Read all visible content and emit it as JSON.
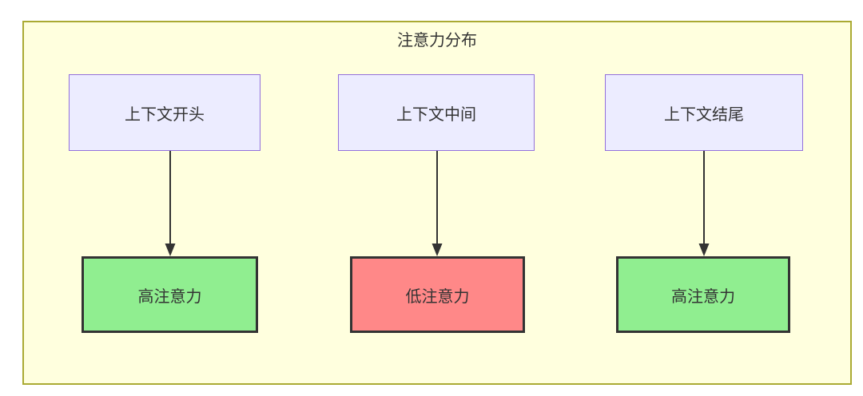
{
  "diagram": {
    "title": "注意力分布",
    "columns": [
      {
        "source": "上下文开头",
        "target": "高注意力",
        "level": "high"
      },
      {
        "source": "上下文中间",
        "target": "低注意力",
        "level": "low"
      },
      {
        "source": "上下文结尾",
        "target": "高注意力",
        "level": "high"
      }
    ],
    "colors": {
      "container_bg": "#ffffde",
      "container_border": "#aaaa33",
      "node_bg": "#ececff",
      "node_border": "#9370db",
      "high_bg": "#90ee90",
      "low_bg": "#ff8888",
      "result_border": "#333333",
      "arrow": "#333333",
      "text": "#333333"
    }
  }
}
